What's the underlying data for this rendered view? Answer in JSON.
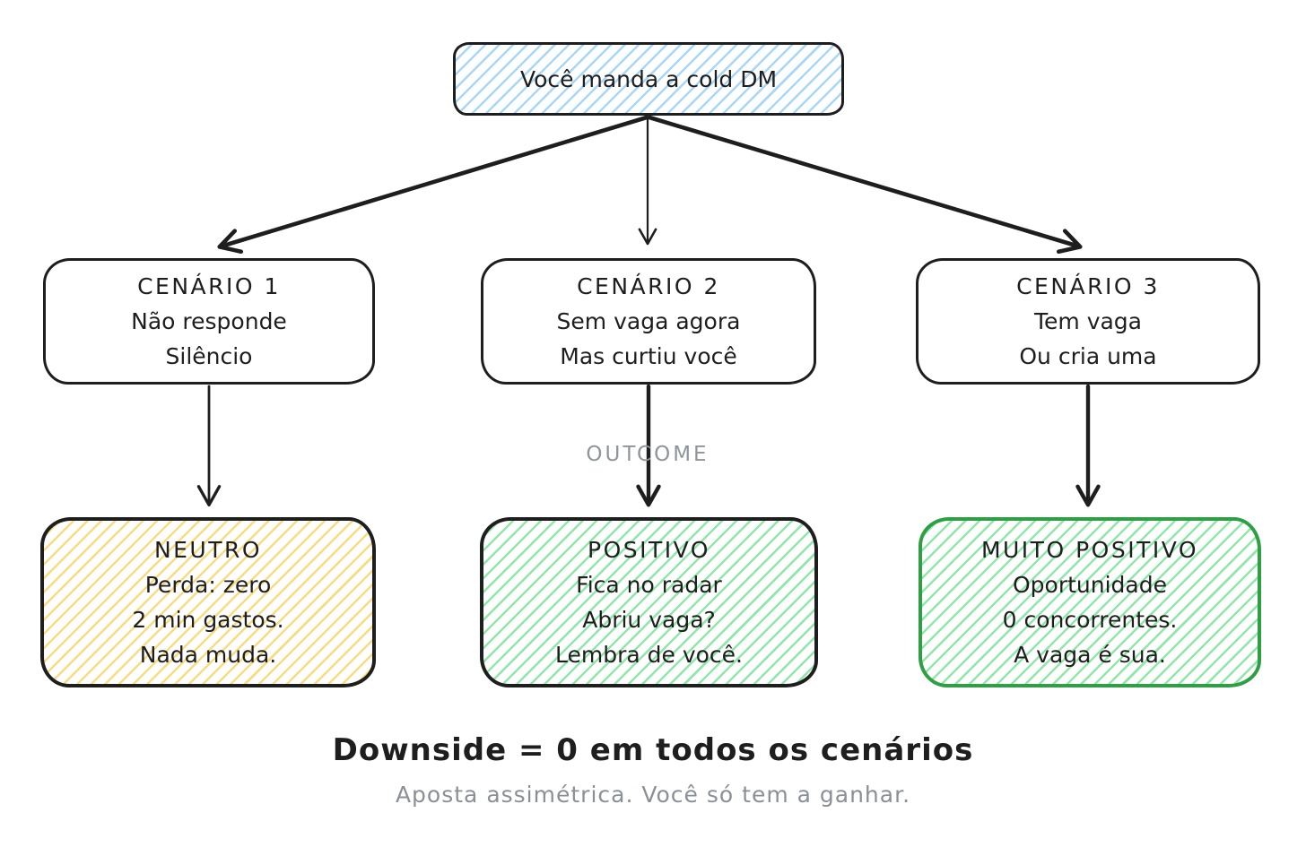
{
  "root": {
    "label": "Você manda a cold DM"
  },
  "scenarios": [
    {
      "title": "CENÁRIO 1",
      "lines": [
        "Não responde",
        "Silêncio"
      ]
    },
    {
      "title": "CENÁRIO 2",
      "lines": [
        "Sem vaga agora",
        "Mas curtiu você"
      ]
    },
    {
      "title": "CENÁRIO 3",
      "lines": [
        "Tem vaga",
        "Ou cria uma"
      ]
    }
  ],
  "outcome_label": "OUTCOME",
  "outcomes": [
    {
      "title": "NEUTRO",
      "lines": [
        "Perda: zero",
        "2 min gastos.",
        "Nada muda."
      ],
      "fill": "#f8dc85",
      "border": "#1e1e1e"
    },
    {
      "title": "POSITIVO",
      "lines": [
        "Fica no radar",
        "Abriu vaga?",
        "Lembra de você."
      ],
      "fill": "#93e6ab",
      "border": "#1e1e1e"
    },
    {
      "title": "MUITO POSITIVO",
      "lines": [
        "Oportunidade",
        "0 concorrentes.",
        "A vaga é sua."
      ],
      "fill": "#93e6ab",
      "border": "#2f9e44"
    }
  ],
  "footer": {
    "title": "Downside = 0 em todos os cenários",
    "subtitle": "Aposta assimétrica. Você só tem a ganhar."
  },
  "colors": {
    "stroke": "#1e1e1e",
    "root_fill": "#a9d7f5",
    "neutral_fill": "#f8dc85",
    "positive_fill": "#93e6ab",
    "very_positive_border": "#2f9e44",
    "muted_gray": "#8a9096",
    "outcome_label_gray": "#8e959c"
  }
}
